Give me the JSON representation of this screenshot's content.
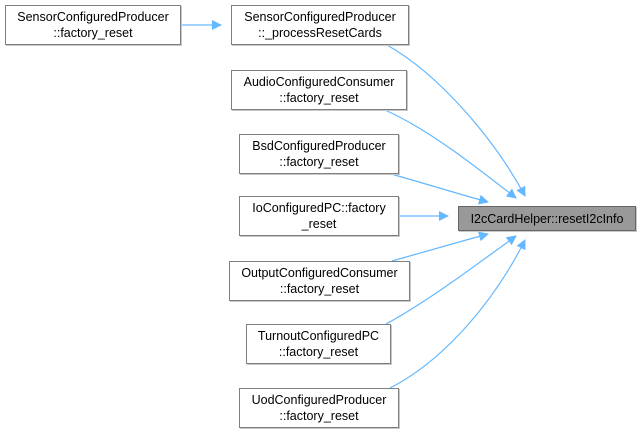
{
  "diagram": {
    "type": "doxygen-caller-graph",
    "edge_color": "#63b8ff",
    "target": {
      "id": "target",
      "lines": [
        "I2cCardHelper::resetI2cInfo"
      ],
      "fill": "#999999"
    },
    "nodes": [
      {
        "id": "a",
        "lines": [
          "SensorConfiguredProducer",
          "::factory_reset"
        ]
      },
      {
        "id": "b",
        "lines": [
          "SensorConfiguredProducer",
          "::_processResetCards"
        ]
      },
      {
        "id": "c",
        "lines": [
          "AudioConfiguredConsumer",
          "::factory_reset"
        ]
      },
      {
        "id": "d",
        "lines": [
          "BsdConfiguredProducer",
          "::factory_reset"
        ]
      },
      {
        "id": "e",
        "lines": [
          "IoConfiguredPC::factory",
          "_reset"
        ]
      },
      {
        "id": "f",
        "lines": [
          "OutputConfiguredConsumer",
          "::factory_reset"
        ]
      },
      {
        "id": "g",
        "lines": [
          "TurnoutConfiguredPC",
          "::factory_reset"
        ]
      },
      {
        "id": "h",
        "lines": [
          "UodConfiguredProducer",
          "::factory_reset"
        ]
      }
    ],
    "edges": [
      {
        "from": "a",
        "to": "b"
      },
      {
        "from": "b",
        "to": "target"
      },
      {
        "from": "c",
        "to": "target"
      },
      {
        "from": "d",
        "to": "target"
      },
      {
        "from": "e",
        "to": "target"
      },
      {
        "from": "f",
        "to": "target"
      },
      {
        "from": "g",
        "to": "target"
      },
      {
        "from": "h",
        "to": "target"
      }
    ]
  }
}
